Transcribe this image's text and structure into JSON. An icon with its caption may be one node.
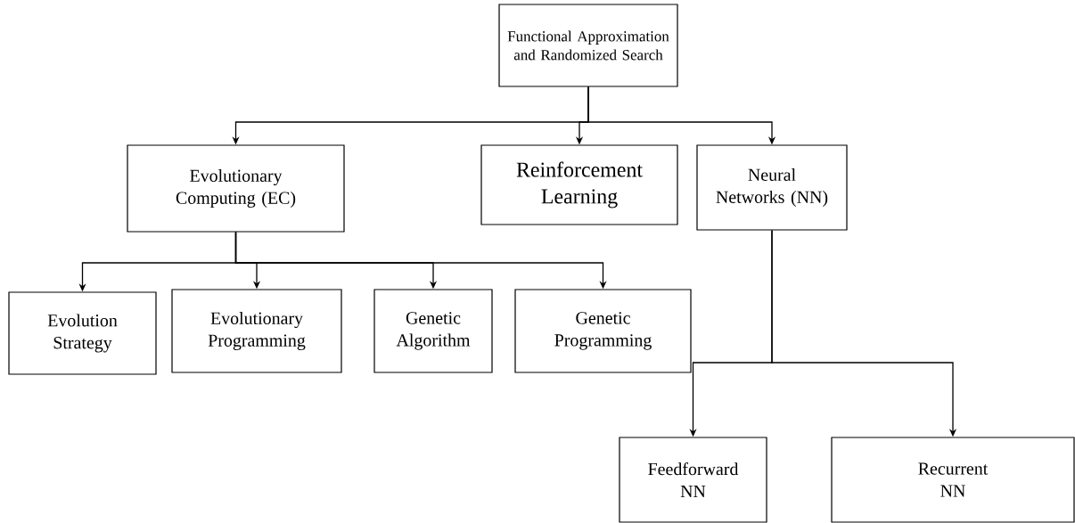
{
  "diagram": {
    "nodes": [
      {
        "text": [
          "Functional Approximation and Randomized Search"
        ]
      },
      {
        "text": [
          "Evolutionary Computing (EC)"
        ]
      },
      {
        "text": [
          "Reinforcement Learning"
        ]
      },
      {
        "text": [
          "Neural Networks (NN)"
        ]
      },
      {
        "text": [
          "Evolution Strategy"
        ]
      },
      {
        "text": [
          "Evolutionary Programming"
        ]
      },
      {
        "text": [
          "Genetic Algorithm"
        ]
      },
      {
        "text": [
          "Genetic Programming"
        ]
      },
      {
        "text": [
          "Feedforward NN"
        ]
      },
      {
        "text": [
          "Recurrent NN"
        ]
      }
    ],
    "edges": [
      {
        "from": 0,
        "to": 1,
        "arrow": "to"
      },
      {
        "from": 0,
        "to": 2,
        "arrow": "to"
      },
      {
        "from": 0,
        "to": 3,
        "arrow": "to"
      },
      {
        "from": 1,
        "to": 4,
        "arrow": "to"
      },
      {
        "from": 1,
        "to": 5,
        "arrow": "to"
      },
      {
        "from": 1,
        "to": 6,
        "arrow": "to"
      },
      {
        "from": 1,
        "to": 7,
        "arrow": "to"
      },
      {
        "from": 3,
        "to": 8,
        "arrow": "to"
      },
      {
        "from": 3,
        "to": 9,
        "arrow": "to"
      }
    ]
  }
}
